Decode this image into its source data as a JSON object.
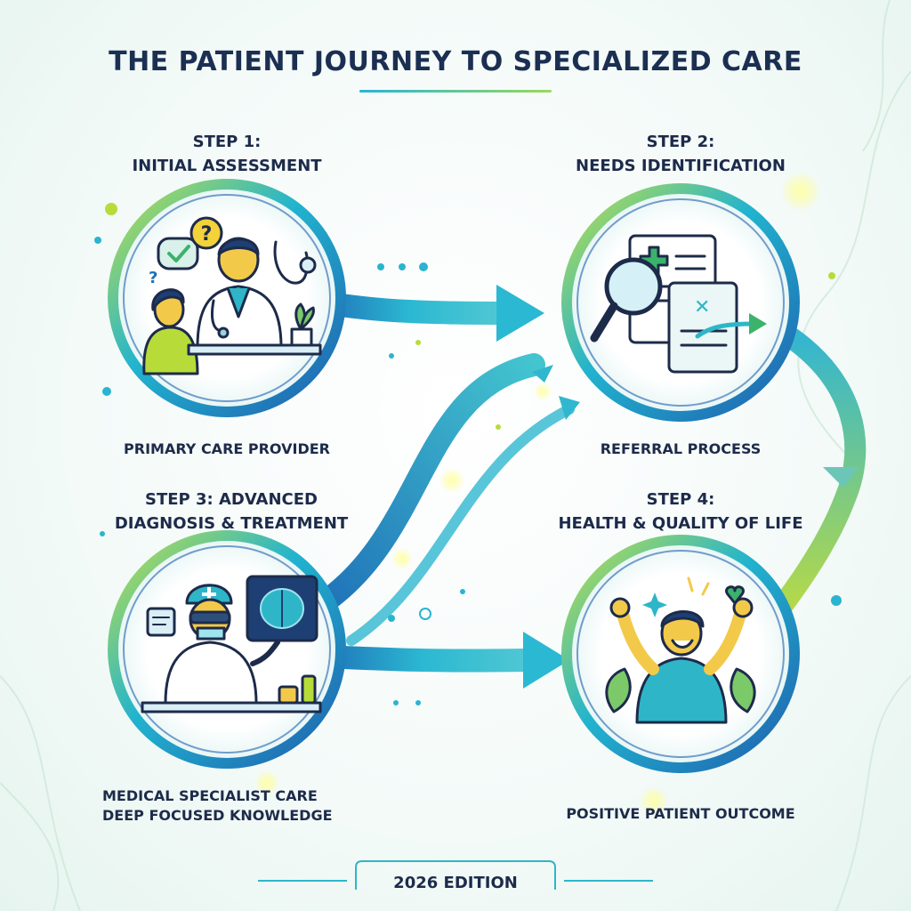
{
  "title": "THE PATIENT JOURNEY TO SPECIALIZED CARE",
  "steps": [
    {
      "heading_line1": "STEP 1:",
      "heading_line2": "INITIAL ASSESSMENT",
      "caption_line1": "PRIMARY CARE PROVIDER",
      "caption_line2": ""
    },
    {
      "heading_line1": "STEP 2:",
      "heading_line2": "NEEDS IDENTIFICATION",
      "caption_line1": "REFERRAL PROCESS",
      "caption_line2": ""
    },
    {
      "heading_line1": "STEP 3: ADVANCED",
      "heading_line2": "DIAGNOSIS & TREATMENT",
      "caption_line1": "MEDICAL SPECIALIST CARE",
      "caption_line2": "DEEP FOCUSED KNOWLEDGE"
    },
    {
      "heading_line1": "STEP 4:",
      "heading_line2": "HEALTH & QUALITY OF LIFE",
      "caption_line1": "POSITIVE PATIENT OUTCOME",
      "caption_line2": ""
    }
  ],
  "footer": {
    "edition": "2026 EDITION"
  },
  "colors": {
    "navy": "#1b2f52",
    "teal": "#1ea7c9",
    "blue": "#1f72b8",
    "lime": "#b7dc3a",
    "mint": "#e6f4ef"
  }
}
